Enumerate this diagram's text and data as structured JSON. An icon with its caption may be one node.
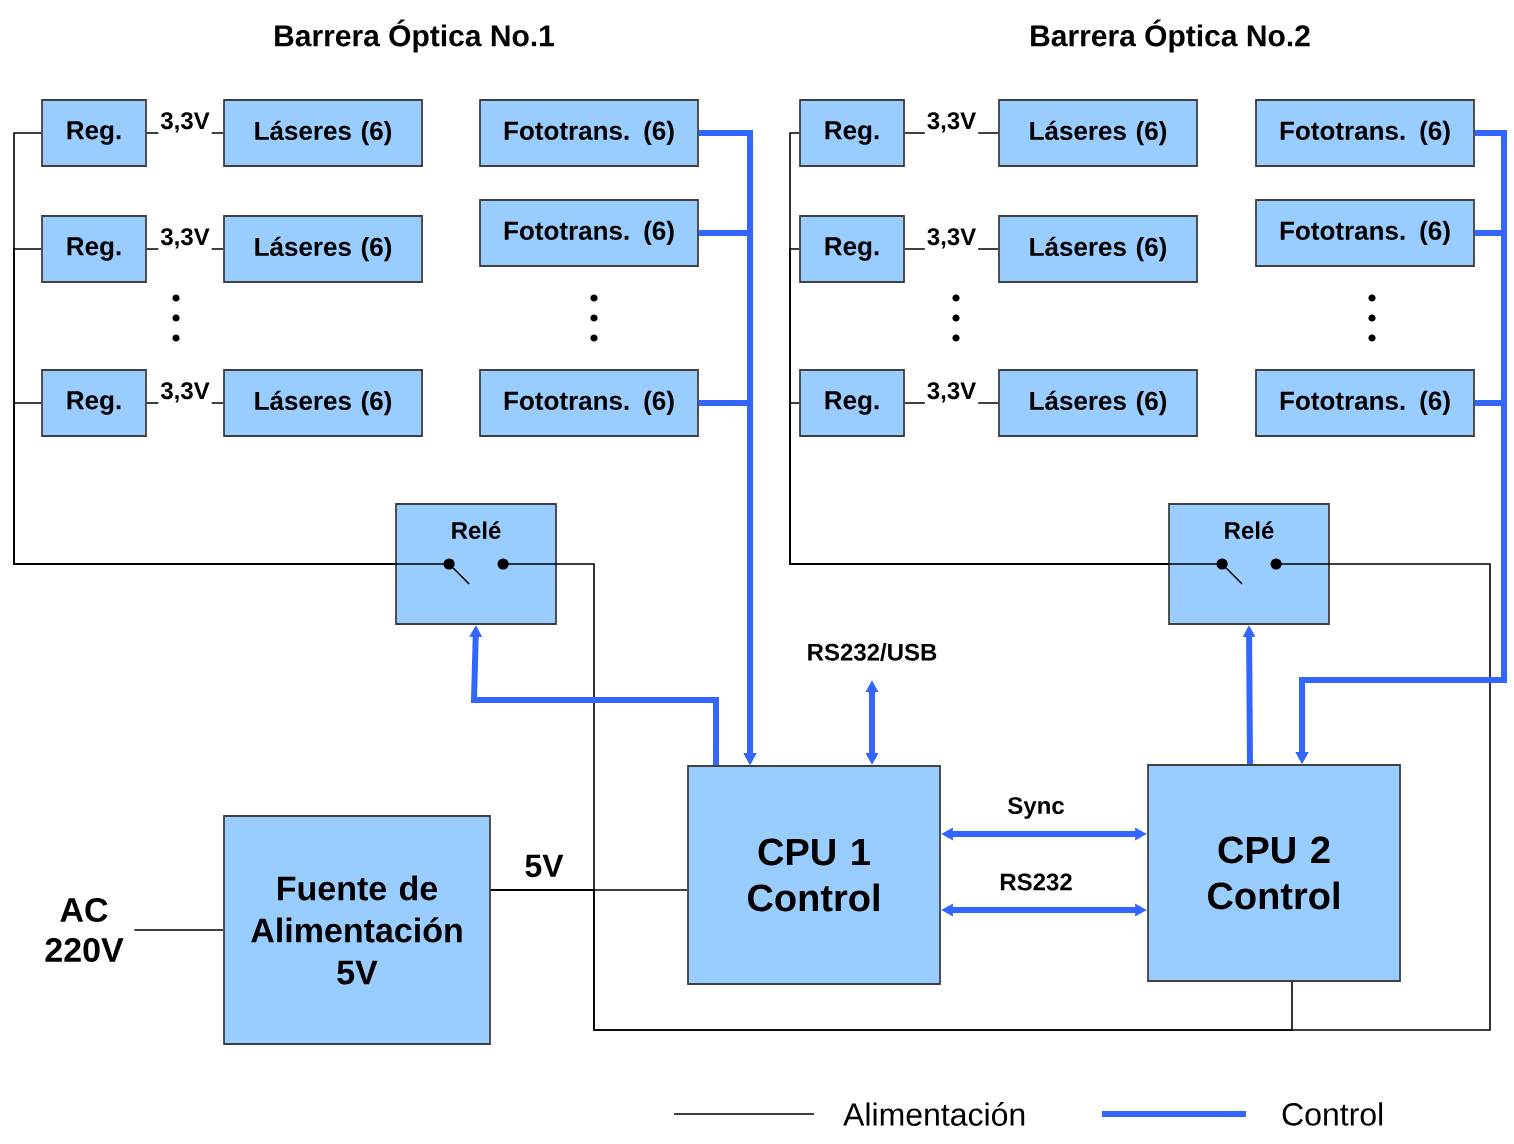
{
  "diagram": {
    "nodes": [
      {
        "text": [
          "Reg."
        ]
      },
      {
        "text": [
          "Láseres (6)"
        ]
      },
      {
        "text": [
          "Fototrans. (6)"
        ]
      },
      {
        "text": [
          "Reg."
        ]
      },
      {
        "text": [
          "Láseres (6)"
        ]
      },
      {
        "text": [
          "Fototrans. (6)"
        ]
      },
      {
        "text": [
          "Reg."
        ]
      },
      {
        "text": [
          "Láseres (6)"
        ]
      },
      {
        "text": [
          "Fototrans. (6)"
        ]
      },
      {
        "text": [
          "Relé"
        ]
      },
      {
        "text": [
          "Reg."
        ]
      },
      {
        "text": [
          "Láseres (6)"
        ]
      },
      {
        "text": [
          "Fototrans. (6)"
        ]
      },
      {
        "text": [
          "Reg."
        ]
      },
      {
        "text": [
          "Láseres (6)"
        ]
      },
      {
        "text": [
          "Fototrans. (6)"
        ]
      },
      {
        "text": [
          "Reg."
        ]
      },
      {
        "text": [
          "Láseres (6)"
        ]
      },
      {
        "text": [
          "Fototrans. (6)"
        ]
      },
      {
        "text": [
          "Relé"
        ]
      },
      {
        "text": [
          "Fuente de Alimentación 5V"
        ]
      },
      {
        "text": [
          "CPU 1 Control"
        ]
      },
      {
        "text": [
          "CPU 2 Control"
        ]
      },
      {
        "text": [
          "AC 220V"
        ]
      }
    ],
    "edges": [
      {
        "from": 0,
        "to": 1,
        "arrow": "none",
        "label": "3,3V"
      },
      {
        "from": 3,
        "to": 4,
        "arrow": "none",
        "label": "3,3V"
      },
      {
        "from": 6,
        "to": 7,
        "arrow": "none",
        "label": "3,3V"
      },
      {
        "from": 10,
        "to": 11,
        "arrow": "none",
        "label": "3,3V"
      },
      {
        "from": 13,
        "to": 14,
        "arrow": "none",
        "label": "3,3V"
      },
      {
        "from": 16,
        "to": 17,
        "arrow": "none",
        "label": "3,3V"
      },
      {
        "from": 9,
        "to": 0,
        "arrow": "none"
      },
      {
        "from": 9,
        "to": 3,
        "arrow": "none"
      },
      {
        "from": 9,
        "to": 6,
        "arrow": "none"
      },
      {
        "from": 19,
        "to": 10,
        "arrow": "none"
      },
      {
        "from": 19,
        "to": 13,
        "arrow": "none"
      },
      {
        "from": 19,
        "to": 16,
        "arrow": "none"
      },
      {
        "from": 23,
        "to": 20,
        "arrow": "none"
      },
      {
        "from": 20,
        "to": 21,
        "arrow": "none",
        "label": "5V"
      },
      {
        "from": 20,
        "to": 9,
        "arrow": "none"
      },
      {
        "from": 20,
        "to": 22,
        "arrow": "none"
      },
      {
        "from": 20,
        "to": 19,
        "arrow": "none"
      },
      {
        "from": 2,
        "to": 21,
        "arrow": "to",
        "style": "thick",
        "color": "#3366ff"
      },
      {
        "from": 5,
        "to": 21,
        "arrow": "to",
        "style": "thick",
        "color": "#3366ff"
      },
      {
        "from": 8,
        "to": 21,
        "arrow": "to",
        "style": "thick",
        "color": "#3366ff"
      },
      {
        "from": 21,
        "to": 9,
        "arrow": "to",
        "style": "thick",
        "color": "#3366ff"
      },
      {
        "from": 21,
        "to": null,
        "arrow": "both",
        "label": "RS232/USB",
        "style": "thick",
        "color": "#3366ff"
      },
      {
        "from": 21,
        "to": 22,
        "arrow": "both",
        "label": "Sync",
        "style": "thick",
        "color": "#3366ff"
      },
      {
        "from": 21,
        "to": 22,
        "arrow": "both",
        "label": "RS232",
        "style": "thick",
        "color": "#3366ff"
      },
      {
        "from": 22,
        "to": 19,
        "arrow": "to",
        "style": "thick",
        "color": "#3366ff"
      },
      {
        "from": 12,
        "to": 22,
        "arrow": "to",
        "style": "thick",
        "color": "#3366ff"
      },
      {
        "from": 15,
        "to": 22,
        "arrow": "to",
        "style": "thick",
        "color": "#3366ff"
      },
      {
        "from": 18,
        "to": 22,
        "arrow": "to",
        "style": "thick",
        "color": "#3366ff"
      }
    ],
    "labels": [
      "Barrera Óptica No.1",
      "Barrera Óptica No.2"
    ],
    "legend": [
      {
        "text": "Alimentación"
      },
      {
        "text": "Control"
      }
    ]
  }
}
